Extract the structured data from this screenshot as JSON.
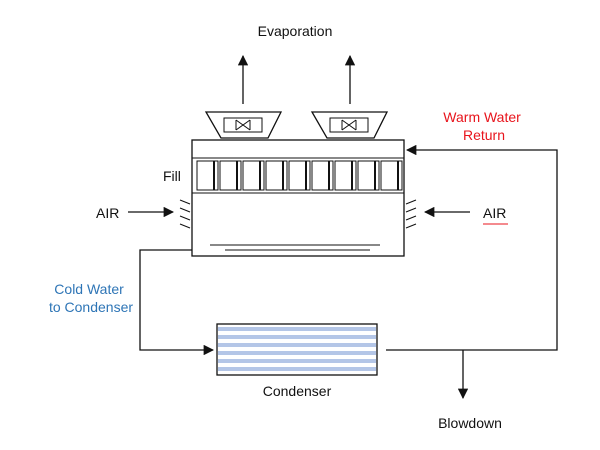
{
  "labels": {
    "evaporation": "Evaporation",
    "warm_water_line1": "Warm Water",
    "warm_water_line2": "Return",
    "fill": "Fill",
    "air_left": "AIR",
    "air_right": "AIR",
    "cold_water_line1": "Cold Water",
    "cold_water_line2": "to Condenser",
    "condenser": "Condenser",
    "blowdown": "Blowdown"
  },
  "colors": {
    "warm_water": "#e8141c",
    "cold_water": "#2e75b6",
    "condenser_stripe": "#b4c6e7",
    "line": "#111111"
  }
}
